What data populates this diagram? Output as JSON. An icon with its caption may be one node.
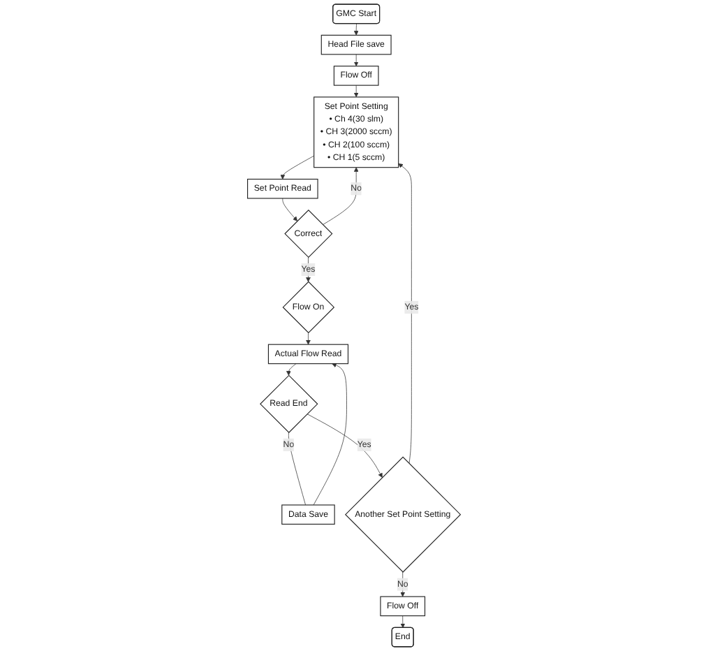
{
  "diagram": {
    "nodes": [
      {
        "text": [
          "GMC Start"
        ]
      },
      {
        "text": [
          "Head File save"
        ]
      },
      {
        "text": [
          "Flow Off"
        ]
      },
      {
        "text": [
          "Set Point Setting",
          "• Ch 4(30 slm)",
          "• CH 3(2000 sccm)",
          "• CH 2(100 sccm)",
          "• CH 1(5 sccm)"
        ]
      },
      {
        "text": [
          "Set Point Read"
        ]
      },
      {
        "text": [
          "Correct"
        ]
      },
      {
        "text": [
          "Flow On"
        ]
      },
      {
        "text": [
          "Actual Flow Read"
        ]
      },
      {
        "text": [
          "Data Save"
        ]
      },
      {
        "text": [
          "Read End"
        ]
      },
      {
        "text": [
          "Another Set Point Setting"
        ]
      },
      {
        "text": [
          "Flow Off"
        ]
      },
      {
        "text": [
          "End"
        ]
      }
    ],
    "edges": [
      {
        "from": 0,
        "to": 1,
        "arrow": "to"
      },
      {
        "from": 1,
        "to": 2,
        "arrow": "to"
      },
      {
        "from": 2,
        "to": 3,
        "arrow": "to"
      },
      {
        "from": 3,
        "to": 4,
        "arrow": "to"
      },
      {
        "from": 4,
        "to": 5,
        "arrow": "to"
      },
      {
        "from": 5,
        "to": 3,
        "label": "No",
        "arrow": "to"
      },
      {
        "from": 5,
        "to": 6,
        "label": "Yes",
        "arrow": "to"
      },
      {
        "from": 6,
        "to": 7,
        "arrow": "to"
      },
      {
        "from": 7,
        "to": 9,
        "arrow": "to"
      },
      {
        "from": 9,
        "to": 8,
        "label": "No",
        "arrow": "none"
      },
      {
        "from": 8,
        "to": 7,
        "arrow": "to"
      },
      {
        "from": 9,
        "to": 10,
        "label": "Yes",
        "arrow": "to"
      },
      {
        "from": 10,
        "to": 3,
        "label": "Yes",
        "arrow": "to"
      },
      {
        "from": 10,
        "to": 11,
        "label": "No",
        "arrow": "to"
      },
      {
        "from": 11,
        "to": 12,
        "arrow": "to"
      }
    ]
  }
}
